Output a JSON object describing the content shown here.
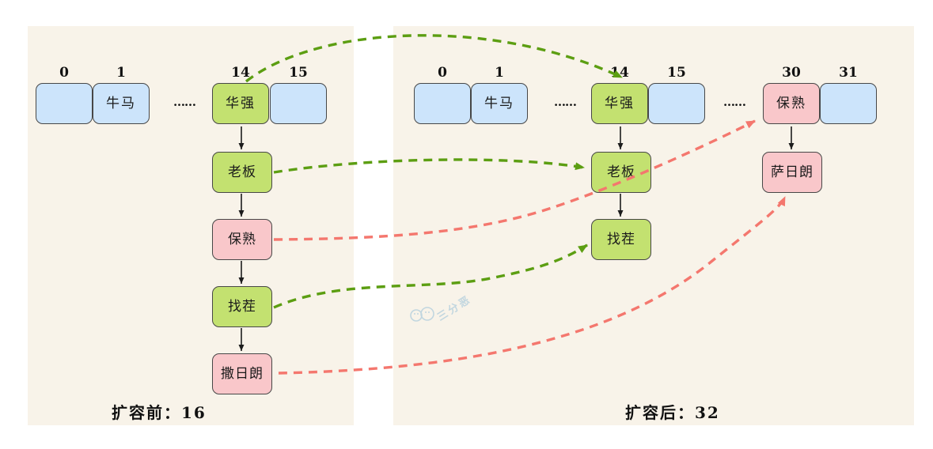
{
  "colors": {
    "panel_bg": "#f8f3e9",
    "cell_blue": "#cce4fb",
    "cell_green": "#c3e170",
    "cell_pink": "#f9c7ca",
    "border": "#474747",
    "green_arrow": "#5c9e12",
    "red_arrow": "#f4776e",
    "black_arrow": "#1c1c1c",
    "watermark": "#7fb3d5"
  },
  "left_panel": {
    "caption": "扩容前：16",
    "ellipsis": "……",
    "array": [
      {
        "index": "0",
        "label": "",
        "type": "blue"
      },
      {
        "index": "1",
        "label": "牛马",
        "type": "blue"
      },
      {
        "index": "14",
        "label": "华强",
        "type": "green"
      },
      {
        "index": "15",
        "label": "",
        "type": "blue"
      }
    ],
    "chain": [
      {
        "label": "老板",
        "type": "green"
      },
      {
        "label": "保熟",
        "type": "pink"
      },
      {
        "label": "找茬",
        "type": "green"
      },
      {
        "label": "撒日朗",
        "type": "pink"
      }
    ]
  },
  "right_panel": {
    "caption": "扩容后：32",
    "ellipsis_mid": "……",
    "ellipsis_high": "……",
    "array": [
      {
        "index": "0",
        "label": "",
        "type": "blue"
      },
      {
        "index": "1",
        "label": "牛马",
        "type": "blue"
      },
      {
        "index": "14",
        "label": "华强",
        "type": "green"
      },
      {
        "index": "15",
        "label": "",
        "type": "blue"
      },
      {
        "index": "30",
        "label": "保熟",
        "type": "pink"
      },
      {
        "index": "31",
        "label": "",
        "type": "blue"
      }
    ],
    "chain_14": [
      {
        "label": "老板",
        "type": "green"
      },
      {
        "label": "找茬",
        "type": "green"
      }
    ],
    "chain_30": [
      {
        "label": "萨日朗",
        "type": "pink"
      }
    ]
  },
  "watermark": {
    "text": "三分恶"
  }
}
